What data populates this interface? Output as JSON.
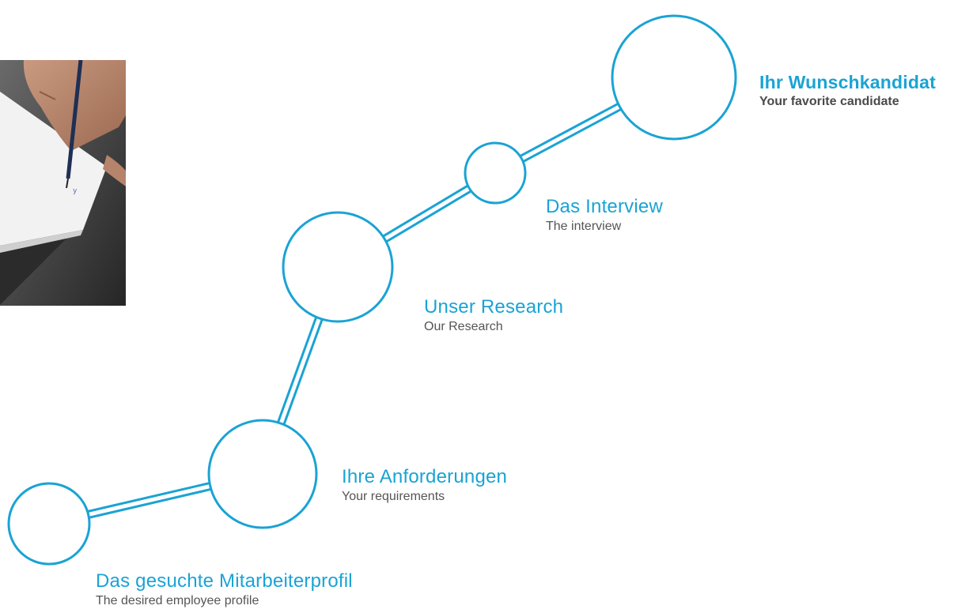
{
  "colors": {
    "accent": "#1aa3d4",
    "subtitle": "#555555"
  },
  "photo": {
    "description_icon": "hand-writing-photo"
  },
  "steps": [
    {
      "title": "Das gesuchte Mitarbeiterprofil",
      "subtitle": "The desired employee profile"
    },
    {
      "title": "Ihre Anforderungen",
      "subtitle": "Your requirements"
    },
    {
      "title": "Unser Research",
      "subtitle": "Our Research"
    },
    {
      "title": "Das Interview",
      "subtitle": "The interview"
    },
    {
      "title": "Ihr Wunschkandidat",
      "subtitle": "Your favorite candidate"
    }
  ]
}
